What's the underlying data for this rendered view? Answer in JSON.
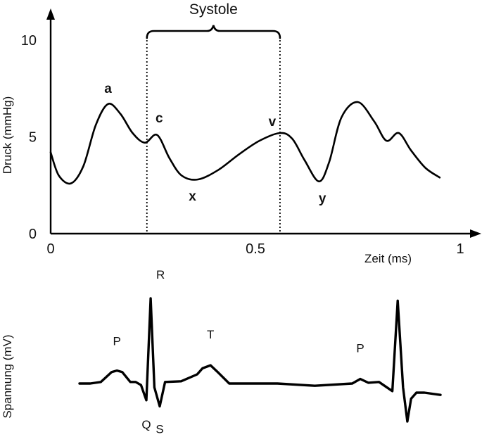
{
  "chart_data": [
    {
      "type": "line",
      "title": "",
      "xlabel": "Zeit (ms)",
      "ylabel": "Druck (mmHg)",
      "xlim": [
        0,
        1
      ],
      "ylim": [
        0,
        10
      ],
      "xticks": [
        "0",
        "0.5",
        "1"
      ],
      "yticks": [
        "0",
        "5",
        "10"
      ],
      "x": [
        0.0,
        0.02,
        0.05,
        0.08,
        0.11,
        0.14,
        0.17,
        0.2,
        0.23,
        0.26,
        0.29,
        0.32,
        0.36,
        0.41,
        0.46,
        0.51,
        0.56,
        0.59,
        0.62,
        0.655,
        0.68,
        0.71,
        0.75,
        0.79,
        0.82,
        0.85,
        0.88,
        0.915,
        0.95
      ],
      "series": [
        {
          "values": [
            4.2,
            3.0,
            2.6,
            3.5,
            5.6,
            6.7,
            6.2,
            5.2,
            4.7,
            5.1,
            3.9,
            3.0,
            2.8,
            3.3,
            4.1,
            4.8,
            5.2,
            4.9,
            3.8,
            2.7,
            3.7,
            6.0,
            6.8,
            5.8,
            4.8,
            5.2,
            4.3,
            3.4,
            2.9
          ]
        }
      ],
      "annotations": [
        {
          "text": "a",
          "x": 0.14,
          "y": 6.7
        },
        {
          "text": "c",
          "x": 0.26,
          "y": 5.1
        },
        {
          "text": "x",
          "x": 0.36,
          "y": 2.8
        },
        {
          "text": "v",
          "x": 0.56,
          "y": 5.2
        },
        {
          "text": "y",
          "x": 0.655,
          "y": 2.7
        }
      ],
      "bracket": {
        "text": "Systole",
        "x_start": 0.235,
        "x_end": 0.56
      },
      "grid": false,
      "legend": "none"
    },
    {
      "type": "line",
      "title": "",
      "xlabel": "",
      "ylabel": "Spannung (mV)",
      "x": [
        0,
        2,
        4,
        6,
        7,
        8,
        9.5,
        10.5,
        11.5,
        12.5,
        13.3,
        14,
        15,
        16,
        19,
        22,
        23,
        24.5,
        26,
        28,
        31,
        37,
        44,
        51,
        52.5,
        54,
        56,
        58.5,
        59.5,
        60.5,
        61.3,
        62,
        63,
        64.5,
        67.5
      ],
      "series": [
        {
          "values": [
            0,
            0,
            0.02,
            0.15,
            0.17,
            0.15,
            0.02,
            0.02,
            -0.02,
            -0.22,
            1.12,
            -0.05,
            -0.3,
            0.02,
            0.03,
            0.12,
            0.2,
            0.24,
            0.14,
            0,
            0,
            0,
            -0.03,
            0,
            0.06,
            0.01,
            0.02,
            -0.1,
            1.09,
            -0.05,
            -0.5,
            -0.2,
            -0.12,
            -0.12,
            -0.15
          ]
        }
      ],
      "annotations": [
        {
          "text": "P",
          "x": 7,
          "y": 0.17
        },
        {
          "text": "Q",
          "x": 12.5,
          "y": -0.22
        },
        {
          "text": "R",
          "x": 13.3,
          "y": 1.12
        },
        {
          "text": "S",
          "x": 15,
          "y": -0.3
        },
        {
          "text": "T",
          "x": 24.5,
          "y": 0.24
        },
        {
          "text": "P",
          "x": 52.5,
          "y": 0.06
        }
      ],
      "grid": false,
      "legend": "none"
    }
  ]
}
